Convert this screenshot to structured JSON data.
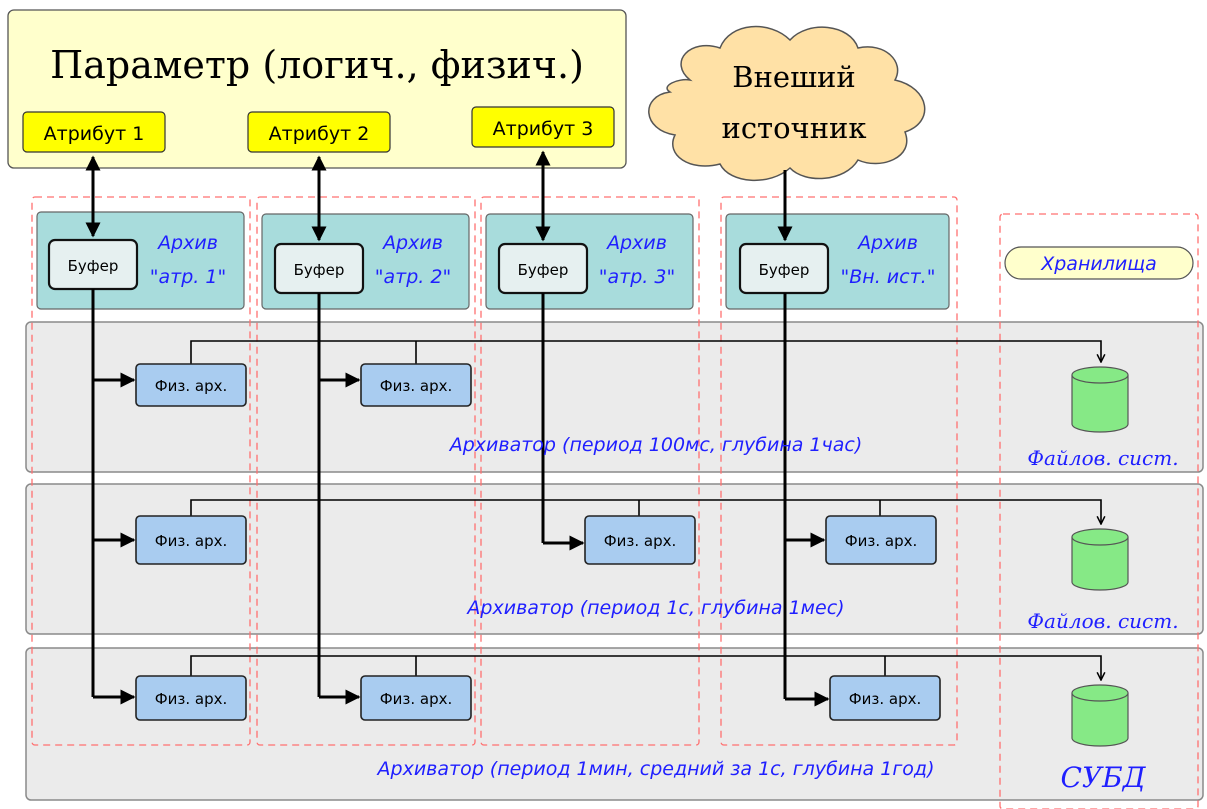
{
  "param": {
    "title": "Параметр (логич., физич.)",
    "attributes": [
      "Атрибут 1",
      "Атрибут 2",
      "Атрибут 3"
    ]
  },
  "external": {
    "line1": "Внеший",
    "line2": "источник"
  },
  "buffer_label": "Буфер",
  "archives": [
    {
      "title": "Архив",
      "subtitle": "\"атр. 1\""
    },
    {
      "title": "Архив",
      "subtitle": "\"атр. 2\""
    },
    {
      "title": "Архив",
      "subtitle": "\"атр. 3\""
    },
    {
      "title": "Архив",
      "subtitle": "\"Вн. ист.\""
    }
  ],
  "storage": {
    "title": "Хранилища",
    "items": [
      "Файлов. сист.",
      "Файлов. сист.",
      "СУБД"
    ]
  },
  "phys_label": "Физ. арх.",
  "archivers": [
    "Архиватор (период 100мс, глубина 1час)",
    "Архиватор (период 1с, глубина 1мес)",
    "Архиватор (период 1мин, средний за 1с, глубина 1год)"
  ],
  "colors": {
    "param_bg": "#ffffcc",
    "attr_bg": "#ffff00",
    "archive_bg": "#a8dcdc",
    "buffer_bg": "#e6f0f0",
    "archiver_bg": "#ebebeb",
    "phys_bg": "#a9ccf0",
    "db": "#86e986",
    "cloud": "#ffe1a6",
    "storage_badge": "#ffffcc",
    "dashed": "#ff7070",
    "blue_text": "#1f1fff"
  }
}
